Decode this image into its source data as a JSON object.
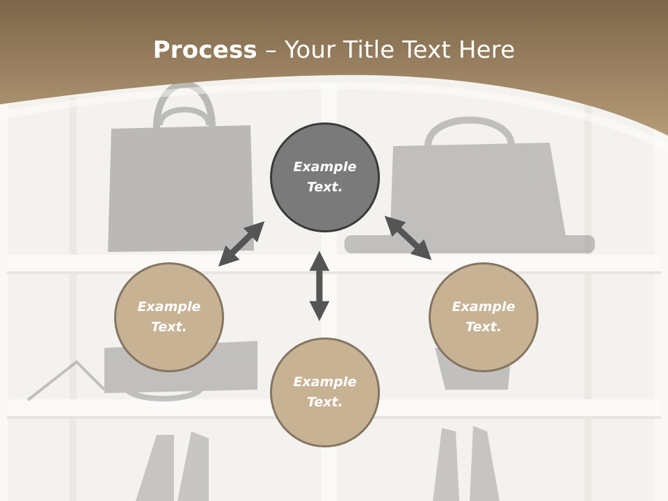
{
  "slide": {
    "title_bold": "Process",
    "title_rest": " – Your Title Text Here"
  },
  "diagram": {
    "center": {
      "text": "Example\nText."
    },
    "left": {
      "text": "Example\nText."
    },
    "right": {
      "text": "Example\nText."
    },
    "bottom": {
      "text": "Example\nText."
    }
  },
  "colors": {
    "header_band": "#a48a66",
    "center_fill": "#7a7a7a",
    "node_fill": "#c8b294",
    "node_border": "#857560",
    "arrow": "#555555"
  }
}
